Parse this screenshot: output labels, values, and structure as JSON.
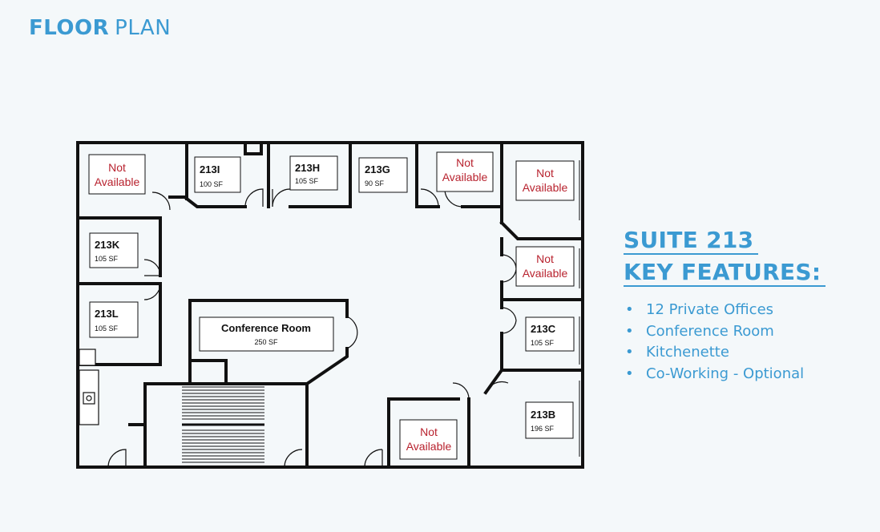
{
  "header": {
    "title_bold": "FLOOR",
    "title_light": "PLAN"
  },
  "features": {
    "heading_line1": "SUITE 213",
    "heading_line2": "KEY FEATURES:",
    "items": [
      "12 Private Offices",
      "Conference Room",
      "Kitchenette",
      "Co-Working - Optional"
    ]
  },
  "floor_plan": {
    "not_available_line1": "Not",
    "not_available_line2": "Available",
    "rooms": {
      "213I": {
        "name": "213I",
        "area": "100 SF"
      },
      "213H": {
        "name": "213H",
        "area": "105 SF"
      },
      "213G": {
        "name": "213G",
        "area": "90 SF"
      },
      "213K": {
        "name": "213K",
        "area": "105 SF"
      },
      "213L": {
        "name": "213L",
        "area": "105 SF"
      },
      "213C": {
        "name": "213C",
        "area": "105 SF"
      },
      "213B": {
        "name": "213B",
        "area": "196 SF"
      },
      "conference": {
        "name": "Conference Room",
        "area": "250 SF"
      }
    }
  },
  "colors": {
    "accent": "#3b9ad2",
    "unavailable": "#b8222e",
    "wall": "#111111"
  }
}
